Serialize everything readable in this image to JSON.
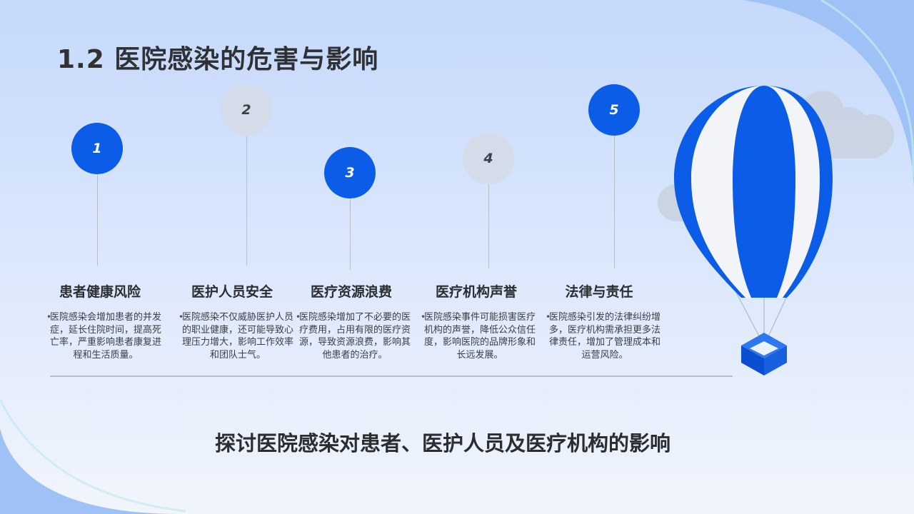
{
  "slide": {
    "title": "1.2 医院感染的危害与影响",
    "footer": "探讨医院感染对患者、医护人员及医疗机构的影响"
  },
  "items": [
    {
      "number": "1",
      "heading": "患者健康风险",
      "bullet": "•",
      "text": "医院感染会增加患者的并发症，延长住院时间，提高死亡率，严重影响患者康复进程和生活质量。"
    },
    {
      "number": "2",
      "heading": "医护人员安全",
      "bullet": "•",
      "text": "医院感染不仅威胁医护人员的职业健康，还可能导致心理压力增大，影响工作效率和团队士气。"
    },
    {
      "number": "3",
      "heading": "医疗资源浪费",
      "bullet": "•",
      "text": "医院感染增加了不必要的医疗费用，占用有限的医疗资源，导致资源浪费，影响其他患者的治疗。"
    },
    {
      "number": "4",
      "heading": "医疗机构声誉",
      "bullet": "•",
      "text": "医院感染事件可能损害医疗机构的声誉，降低公众信任度，影响医院的品牌形象和长远发展。"
    },
    {
      "number": "5",
      "heading": "法律与责任",
      "bullet": "•",
      "text": "医院感染引发的法律纠纷增多，医疗机构需承担更多法律责任，增加了管理成本和运营风险。"
    }
  ],
  "colors": {
    "accent": "#0b5ce6",
    "muted_circle": "#d4dce9",
    "text": "#2b2d31",
    "background_light": "#eef3ff",
    "background_blue": "#8fb5f5"
  },
  "icons": [
    "hot-air-balloon-icon",
    "cloud-icon"
  ]
}
